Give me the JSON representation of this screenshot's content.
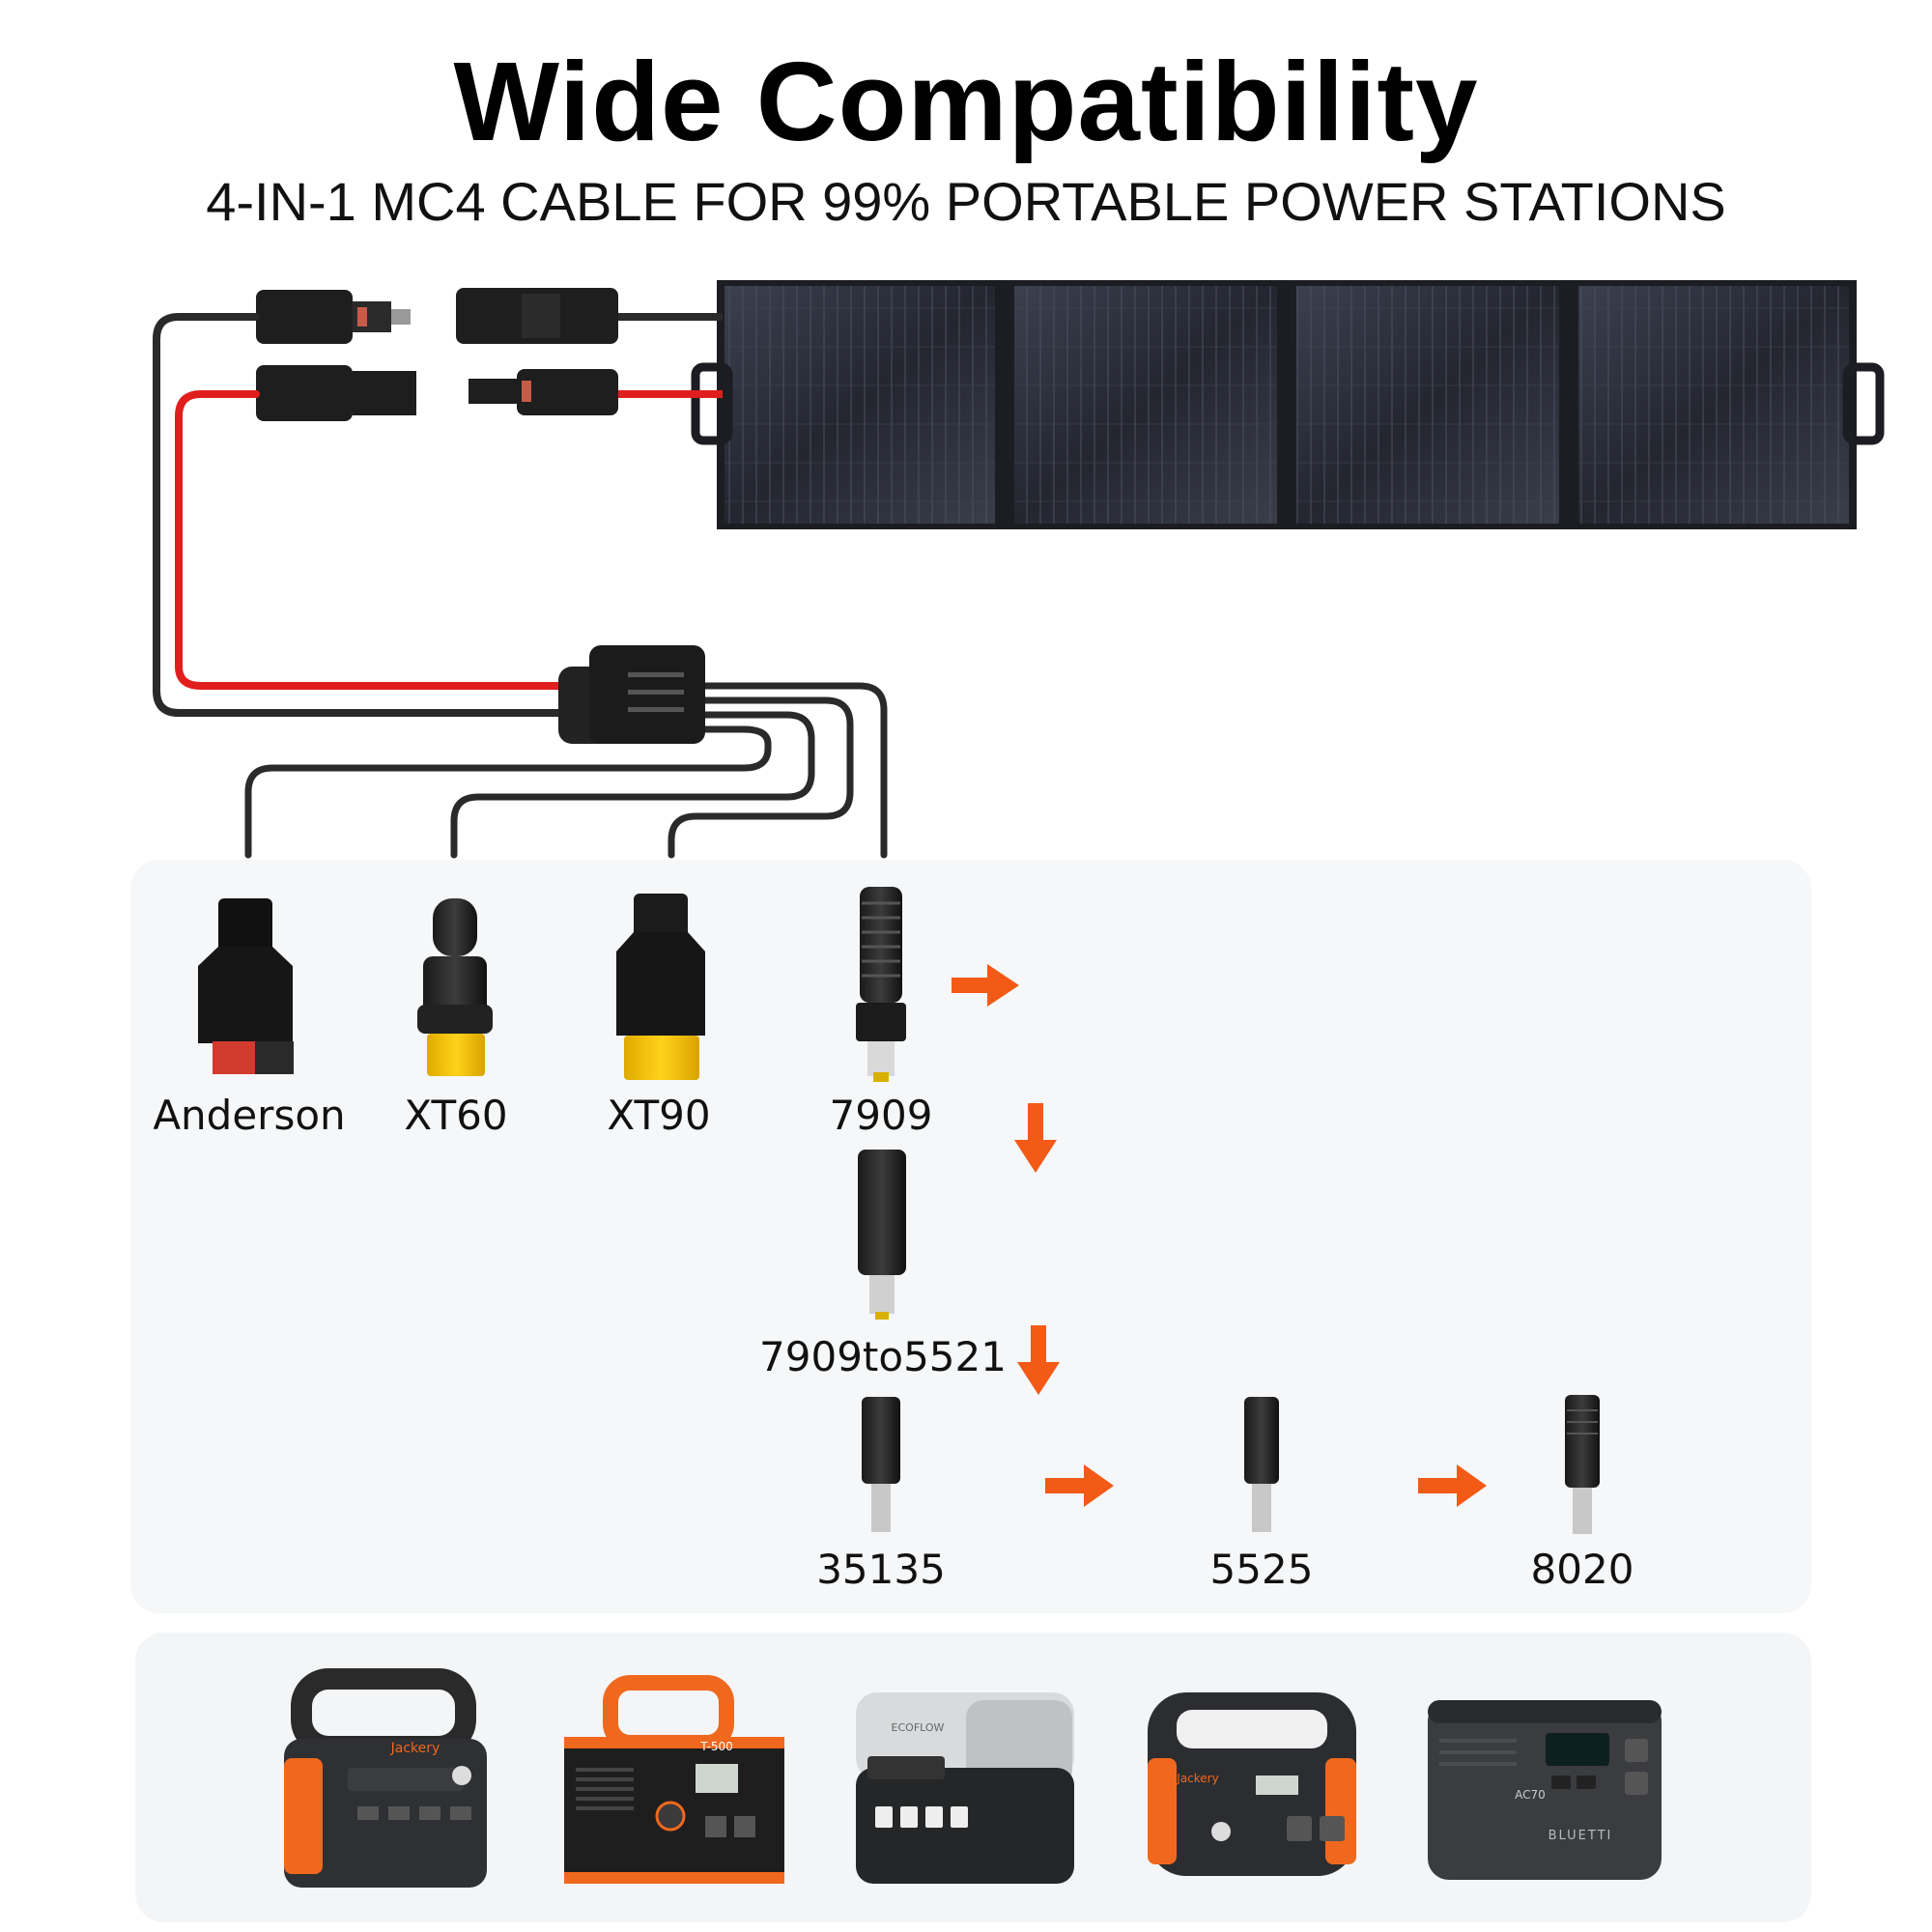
{
  "title": "Wide Compatibility",
  "subtitle": "4-IN-1 MC4 CABLE FOR 99% PORTABLE POWER STATIONS",
  "connectors": {
    "anderson": "Anderson",
    "xt60": "XT60",
    "xt90": "XT90",
    "c7909": "7909",
    "c7909to5521": "7909to5521",
    "c35135": "35135",
    "c5525": "5525",
    "c8020": "8020"
  },
  "stations": {
    "s1_brand": "Jackery",
    "s2_model": "T-500",
    "s3_brand": "ECOFLOW",
    "s4_brand": "Jackery",
    "s5_brand": "BLUETTI",
    "s5_model": "AC70"
  },
  "colors": {
    "arrow": "#f25a16",
    "cable_red": "#e01e1e",
    "cable_black": "#2a2a2a",
    "xt_yellow": "#f2c200",
    "anderson_red": "#d23a2e",
    "jackery_orange": "#f0681e"
  }
}
